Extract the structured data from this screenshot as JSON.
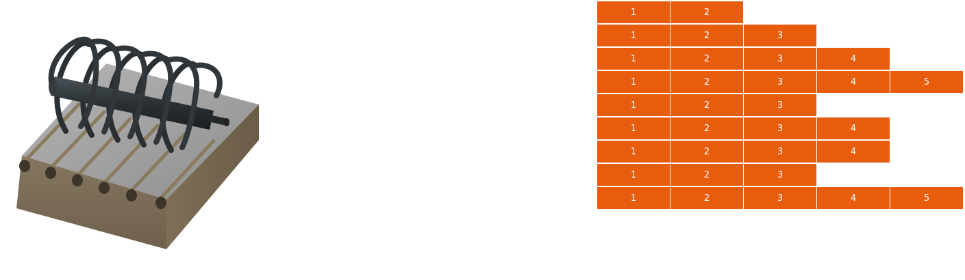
{
  "colors": {
    "cell_fill": "#E85C0D",
    "cell_text": "#FFFFFF",
    "spring": "#2A2F33",
    "block_top": "#A4A4A4",
    "block_side": "#786850"
  },
  "illustration": {
    "subject": "coil spring on shaft above grooved block"
  },
  "grid": {
    "rows": [
      [
        "1",
        "2"
      ],
      [
        "1",
        "2",
        "3"
      ],
      [
        "1",
        "2",
        "3",
        "4"
      ],
      [
        "1",
        "2",
        "3",
        "4",
        "5"
      ],
      [
        "1",
        "2",
        "3"
      ],
      [
        "1",
        "2",
        "3",
        "4"
      ],
      [
        "1",
        "2",
        "3",
        "4"
      ],
      [
        "1",
        "2",
        "3"
      ],
      [
        "1",
        "2",
        "3",
        "4",
        "5"
      ]
    ]
  }
}
